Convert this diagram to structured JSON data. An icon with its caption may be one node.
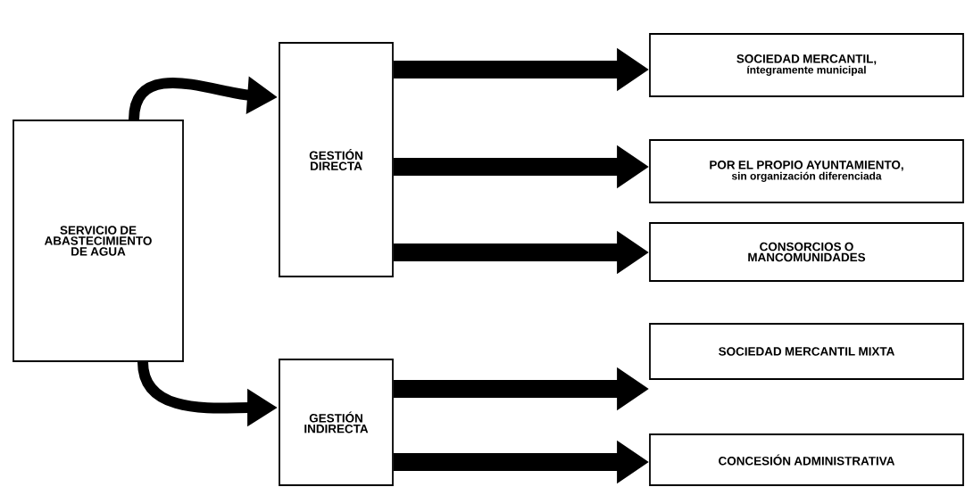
{
  "diagram": {
    "nodes": [
      {
        "text": [
          "SERVICIO DE ABASTECIMIENTO DE AGUA"
        ]
      },
      {
        "text": [
          "GESTIÓN DIRECTA"
        ]
      },
      {
        "text": [
          "GESTIÓN INDIRECTA"
        ]
      },
      {
        "text": [
          "SOCIEDAD MERCANTIL,",
          "íntegramente municipal"
        ]
      },
      {
        "text": [
          "POR EL PROPIO AYUNTAMIENTO,",
          "sin organización diferenciada"
        ]
      },
      {
        "text": [
          "CONSORCIOS O MANCOMUNIDADES"
        ]
      },
      {
        "text": [
          "SOCIEDAD MERCANTIL MIXTA"
        ]
      },
      {
        "text": [
          "CONCESIÓN ADMINISTRATIVA"
        ]
      }
    ],
    "edges": [
      {
        "from": 0,
        "to": 1,
        "arrow": "to"
      },
      {
        "from": 0,
        "to": 2,
        "arrow": "to"
      },
      {
        "from": 1,
        "to": 3,
        "arrow": "to"
      },
      {
        "from": 1,
        "to": 4,
        "arrow": "to"
      },
      {
        "from": 1,
        "to": 5,
        "arrow": "to"
      },
      {
        "from": 2,
        "to": 6,
        "arrow": "to"
      },
      {
        "from": 2,
        "to": 7,
        "arrow": "to"
      }
    ]
  }
}
